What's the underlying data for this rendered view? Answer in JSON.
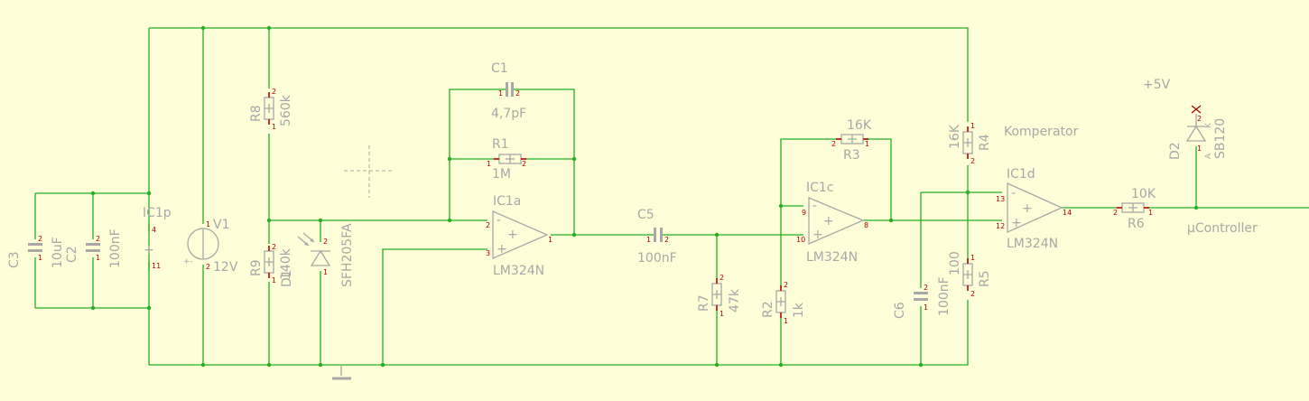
{
  "components": {
    "c1": {
      "name": "C1",
      "value": "4,7pF"
    },
    "r1": {
      "name": "R1",
      "value": "1M"
    },
    "r8": {
      "name": "R8",
      "value": "560k"
    },
    "r9": {
      "name": "R9",
      "value": "140k"
    },
    "d1": {
      "name": "D1",
      "part": "SFH205FA"
    },
    "v1": {
      "name": "V1",
      "value": "12V"
    },
    "c3": {
      "name": "C3",
      "value": "10uF"
    },
    "c2": {
      "name": "C2",
      "value": "100nF"
    },
    "ic1p": {
      "name": "IC1p"
    },
    "ic1a": {
      "name": "IC1a",
      "part": "LM324N"
    },
    "c5": {
      "name": "C5",
      "value": "100nF"
    },
    "r7": {
      "name": "R7",
      "value": "47k"
    },
    "r2": {
      "name": "R2",
      "value": "1k"
    },
    "r3": {
      "name": "R3",
      "value": "16K"
    },
    "ic1c": {
      "name": "IC1c",
      "part": "LM324N"
    },
    "r4": {
      "name": "R4",
      "value": "16K"
    },
    "r5": {
      "name": "R5",
      "value": "100"
    },
    "c6": {
      "name": "C6",
      "value": "100nF"
    },
    "ic1d": {
      "name": "IC1d",
      "part": "LM324N"
    },
    "r6": {
      "name": "R6",
      "value": "10K"
    },
    "d2": {
      "name": "D2",
      "part": "SB120"
    }
  },
  "labels": {
    "plus5v": "+5V",
    "komperator": "Komperator",
    "ucontroller": "µController"
  },
  "pins": {
    "n1": "1",
    "n2": "2",
    "n3": "3",
    "n4": "4",
    "n8": "8",
    "n9": "9",
    "n10": "10",
    "n11": "11",
    "n12": "12",
    "n13": "13",
    "n14": "14"
  },
  "symbols": {
    "plus": "+",
    "minus": "-",
    "plus_minus": "+-",
    "anode": "A",
    "kathode": "K"
  },
  "colors": {
    "background": "#fefed8",
    "wire": "#22b022",
    "symbol": "#a8a8a8",
    "pin_number": "#b00000"
  }
}
